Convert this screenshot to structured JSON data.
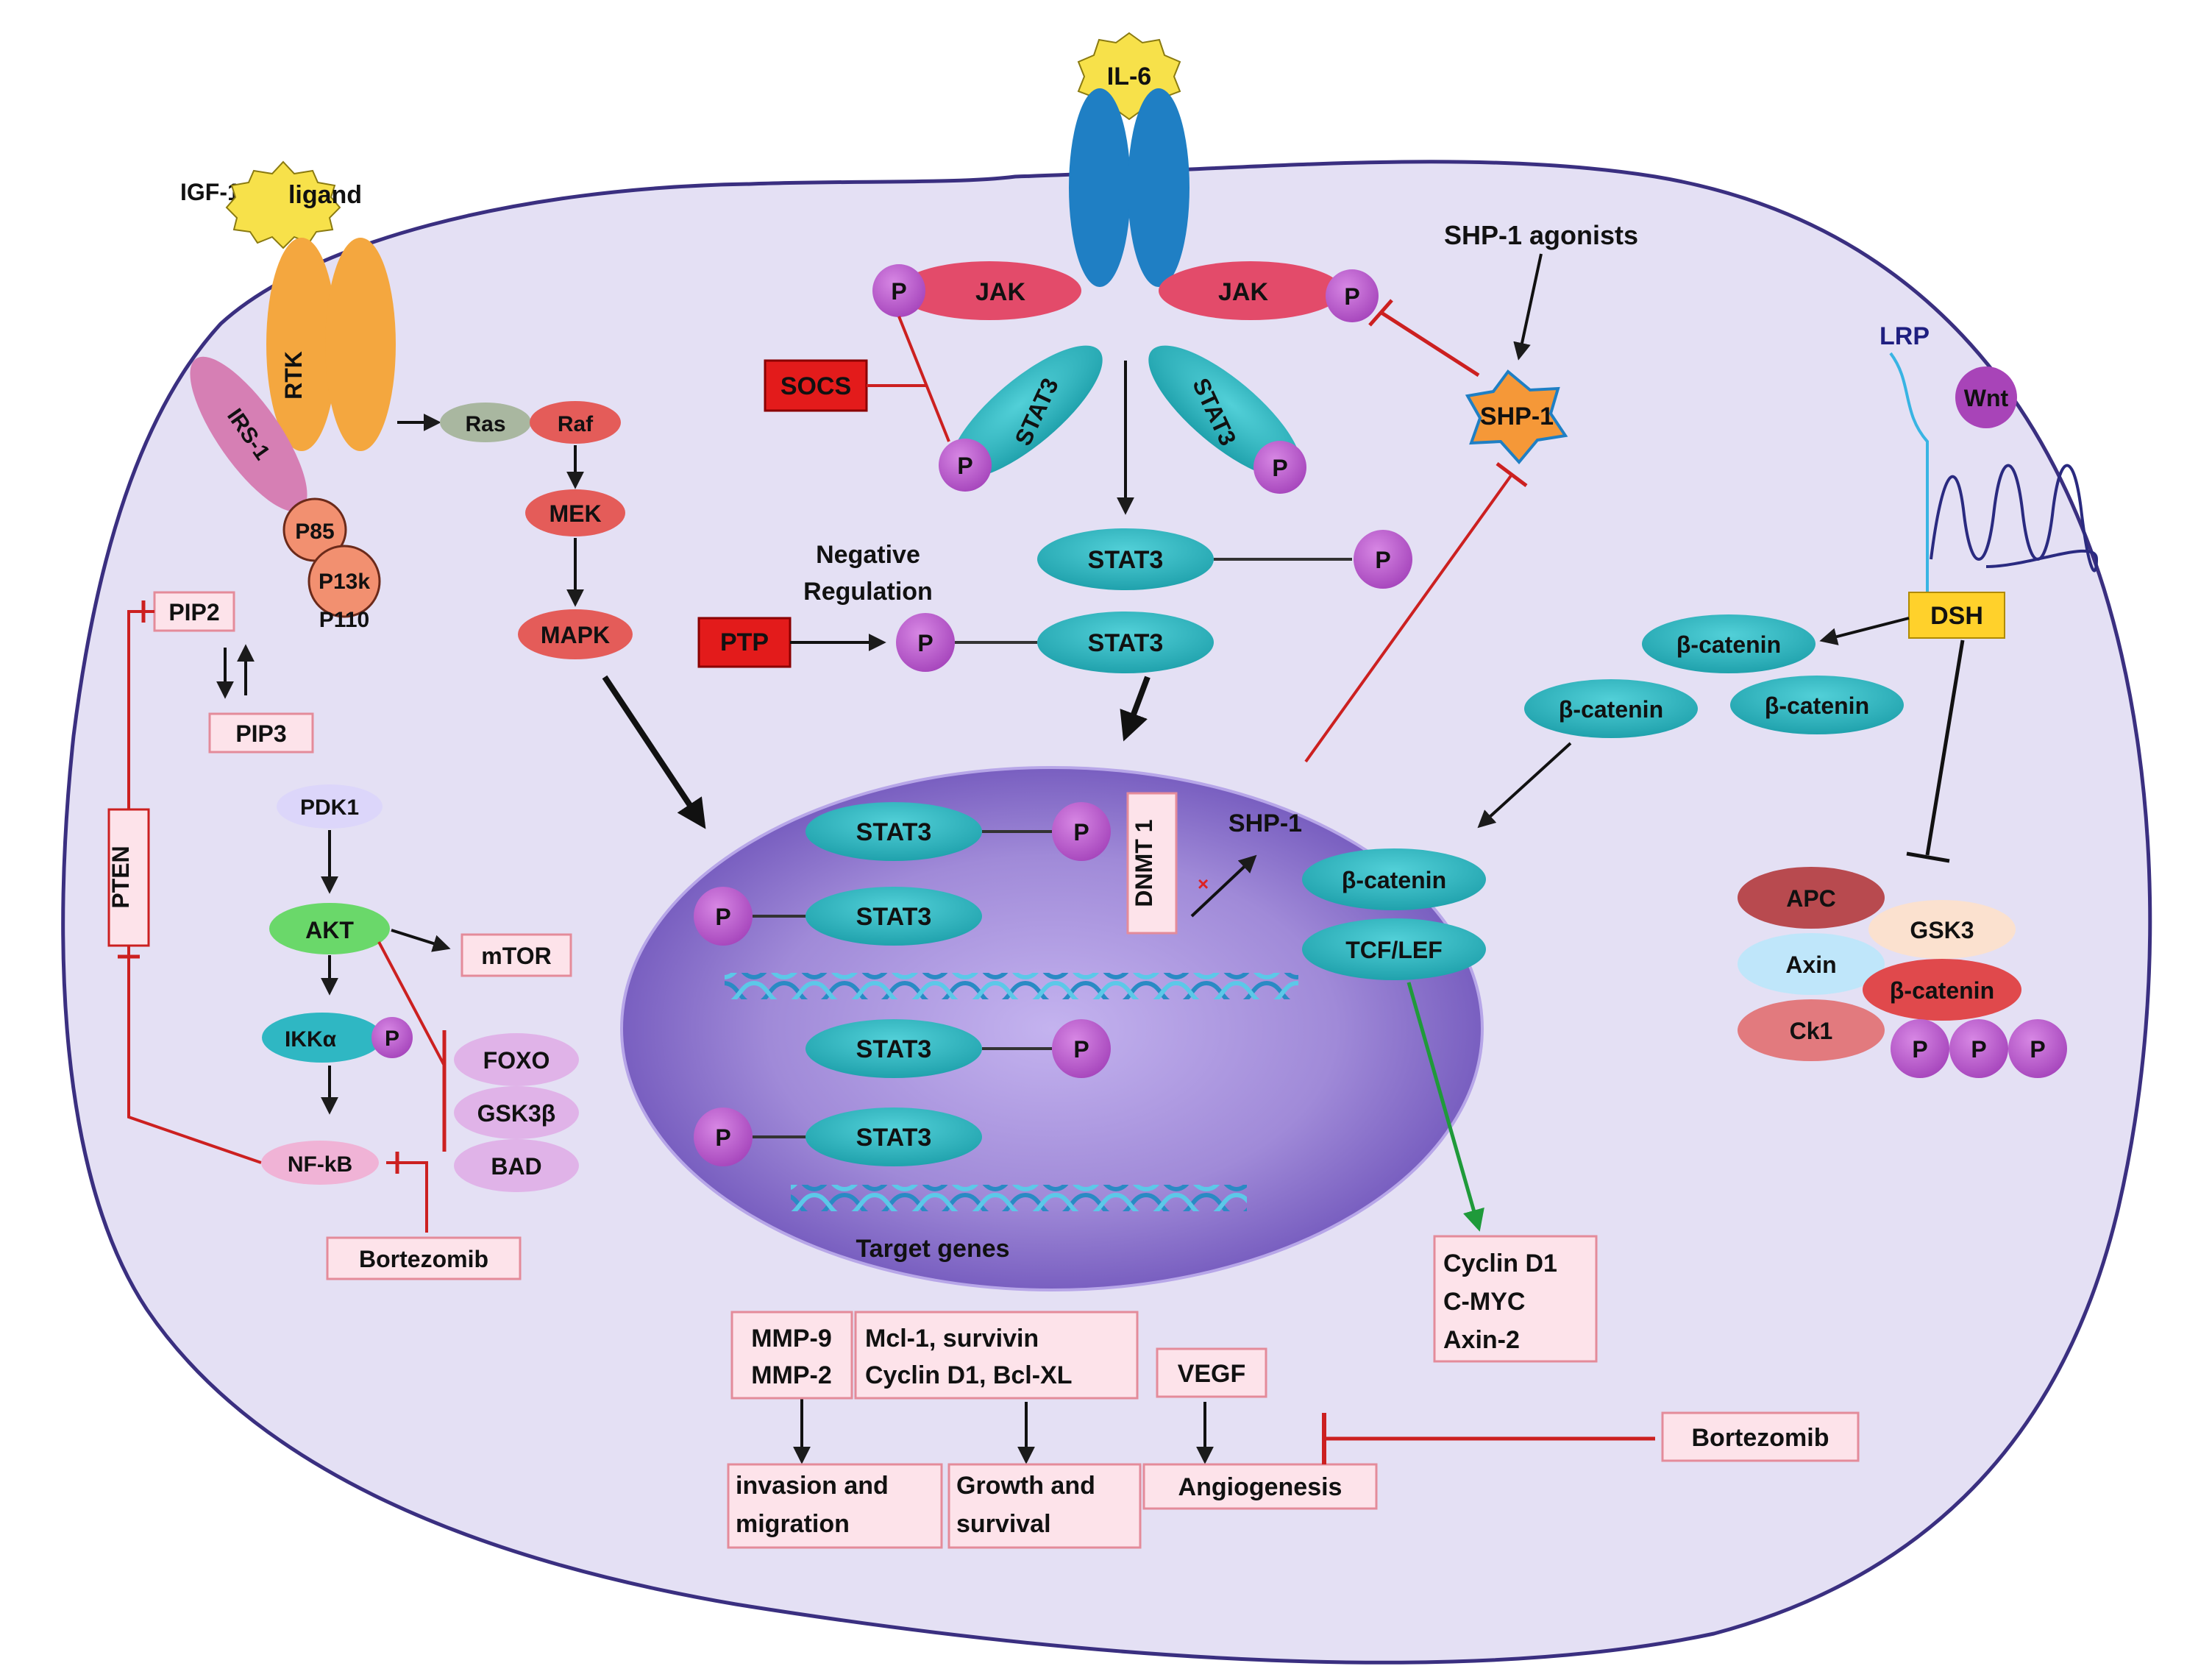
{
  "ligands": {
    "igf1": "IGF-1",
    "igf_ligand": "ligand",
    "il6": "IL-6",
    "wnt": "Wnt",
    "lrp": "LRP"
  },
  "receptors": {
    "rtk": "RTK",
    "irs1": "IRS-1",
    "p85": "P85",
    "p13k": "P13k",
    "p110": "P110"
  },
  "mapk": {
    "ras": "Ras",
    "raf": "Raf",
    "mek": "MEK",
    "mapk": "MAPK"
  },
  "pi3k_akt": {
    "pip2": "PIP2",
    "pip3": "PIP3",
    "pten": "PTEN",
    "pdk1": "PDK1",
    "akt": "AKT",
    "mtor": "mTOR",
    "ikka": "IKKα",
    "p": "P",
    "foxo": "FOXO",
    "gsk3b": "GSK3β",
    "bad": "BAD",
    "nfkb": "NF-kB",
    "bortezomib": "Bortezomib"
  },
  "jak_stat": {
    "jak_left": "JAK",
    "jak_right": "JAK",
    "p": "P",
    "socs": "SOCS",
    "stat3_left": "STAT3",
    "stat3_right": "STAT3",
    "stat3_mid": "STAT3",
    "stat3_lower": "STAT3",
    "shp1_agonists": "SHP-1 agonists",
    "shp1": "SHP-1",
    "negative_regulation": [
      "Negative",
      "Regulation"
    ],
    "ptp": "PTP"
  },
  "wnt_pathway": {
    "dsh": "DSH",
    "b_catenin": "β-catenin",
    "apc": "APC",
    "gsk3": "GSK3",
    "axin": "Axin",
    "ck1": "Ck1"
  },
  "nucleus": {
    "stat3": "STAT3",
    "p": "P",
    "dnmt1": "DNMT 1",
    "shp1": "SHP-1",
    "b_catenin": "β-catenin",
    "tcf_lef": "TCF/LEF",
    "target_genes": "Target genes"
  },
  "outputs": {
    "wnt_targets": [
      "Cyclin D1",
      "C-MYC",
      "Axin-2"
    ],
    "mmp": [
      "MMP-9",
      "MMP-2"
    ],
    "survival_genes": [
      "Mcl-1, survivin",
      "Cyclin D1, Bcl-XL"
    ],
    "vegf": "VEGF",
    "invasion": [
      "invasion and",
      "migration"
    ],
    "growth": [
      "Growth and",
      "survival"
    ],
    "angiogenesis": "Angiogenesis",
    "bortezomib": "Bortezomib"
  },
  "colors": {
    "cytoplasm": "#e4e0f4",
    "membrane": "#3a2f80",
    "nucleus": "#9d86d6",
    "stat3": "#2fb7c3",
    "phospho": "#b856cc",
    "jak": "#e34b6a",
    "inhibitor_line": "#cc2020",
    "orange_receptor": "#f4a73f",
    "il6_receptor": "#1f7fc4",
    "pink_box": "#fde3ea",
    "red_box": "#e31b1b"
  }
}
